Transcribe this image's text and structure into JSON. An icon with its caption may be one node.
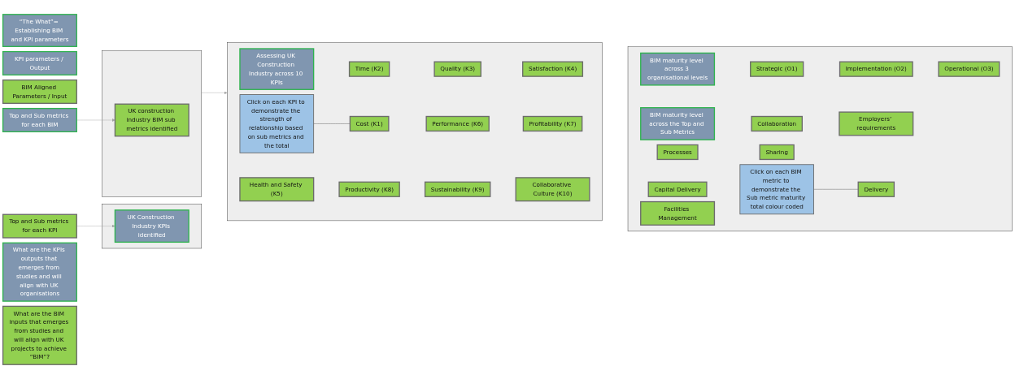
{
  "diagram": {
    "nodes": [
      {
        "text": [
          "“The What”= Establishing BIM and KPI parameters"
        ]
      },
      {
        "text": [
          "KPI parameters / Output"
        ]
      },
      {
        "text": [
          "BIM Aligned Parameters / Input"
        ]
      },
      {
        "text": [
          "Top and Sub metrics for each KPI"
        ]
      },
      {
        "text": [
          "Top and Sub metrics for each BIM"
        ]
      },
      {
        "text": [],
        "shape": "box"
      },
      {
        "text": [
          "UK Construction Industry KPIs identified"
        ],
        "in": 5
      },
      {
        "text": [],
        "shape": "box"
      },
      {
        "text": [
          "UK construction industry BIM sub metrics identified"
        ],
        "in": 7
      },
      {
        "text": [
          "What are the KPIs outputs that emerges from studies and will align with UK organisations"
        ]
      },
      {
        "text": [
          "What are the BIM inputs that emerges from studies and will align with UK projects to achieve “BIM”?"
        ]
      },
      {
        "text": [],
        "shape": "box"
      },
      {
        "text": [
          "Assessing UK Construction Industry across 10 KPIs"
        ],
        "in": 11
      },
      {
        "text": [
          "Cost (K1)"
        ],
        "in": 11
      },
      {
        "text": [
          "Time (K2)"
        ],
        "in": 11
      },
      {
        "text": [
          "Quality (K3)"
        ],
        "in": 11
      },
      {
        "text": [
          "Satisfaction (K4)"
        ],
        "in": 11
      },
      {
        "text": [
          "Click on each KPI to demonstrate the strength of relationship based on sub metrics and the total"
        ],
        "in": 11
      },
      {
        "text": [
          "Performance (K6)"
        ],
        "in": 11
      },
      {
        "text": [
          "Profitability (K7)"
        ],
        "in": 11
      },
      {
        "text": [
          "Collaborative Culture (K10)"
        ],
        "in": 11
      },
      {
        "text": [
          "Health and Safety (K5)"
        ],
        "in": 11
      },
      {
        "text": [
          "Productivity (K8)"
        ],
        "in": 11
      },
      {
        "text": [
          "Sustainability (K9)"
        ],
        "in": 11
      },
      {
        "text": [],
        "shape": "box"
      },
      {
        "text": [
          "BIM maturity level across 3 organisational levels"
        ],
        "in": 24
      },
      {
        "text": [
          "Strategic (O1)"
        ],
        "in": 24
      },
      {
        "text": [
          "Implementation (O2)"
        ],
        "in": 24
      },
      {
        "text": [
          "Operational (O3)"
        ],
        "in": 24
      },
      {
        "text": [
          "BIM maturity level across the Top and Sub Metrics"
        ],
        "in": 24
      },
      {
        "text": [
          "Collaboration"
        ],
        "in": 24
      },
      {
        "text": [
          "Employers’ requirements"
        ],
        "in": 24
      },
      {
        "text": [
          "Processes"
        ],
        "in": 24
      },
      {
        "text": [
          "Sharing"
        ],
        "in": 24
      },
      {
        "text": [
          "Delivery"
        ],
        "in": 24
      },
      {
        "text": [
          "Capital Delivery"
        ],
        "in": 24
      },
      {
        "text": [
          "Click on each BIM metric to demonstrate the Sub metric maturity total colour coded"
        ],
        "in": 24
      },
      {
        "text": [
          "Facilities Management"
        ],
        "in": 24
      }
    ],
    "edges": [
      {
        "from": 3,
        "to": 6,
        "arrow": "to",
        "color": "#a6a6a6"
      },
      {
        "from": 4,
        "to": 8,
        "arrow": "to",
        "color": "#a6a6a6"
      },
      {
        "from": 7,
        "to": 11,
        "arrow": "to",
        "color": "#a6a6a6"
      },
      {
        "from": 17,
        "to": 13,
        "arrow": "none",
        "color": "#595959"
      },
      {
        "from": 36,
        "to": 34,
        "arrow": "none",
        "color": "#595959"
      }
    ]
  }
}
